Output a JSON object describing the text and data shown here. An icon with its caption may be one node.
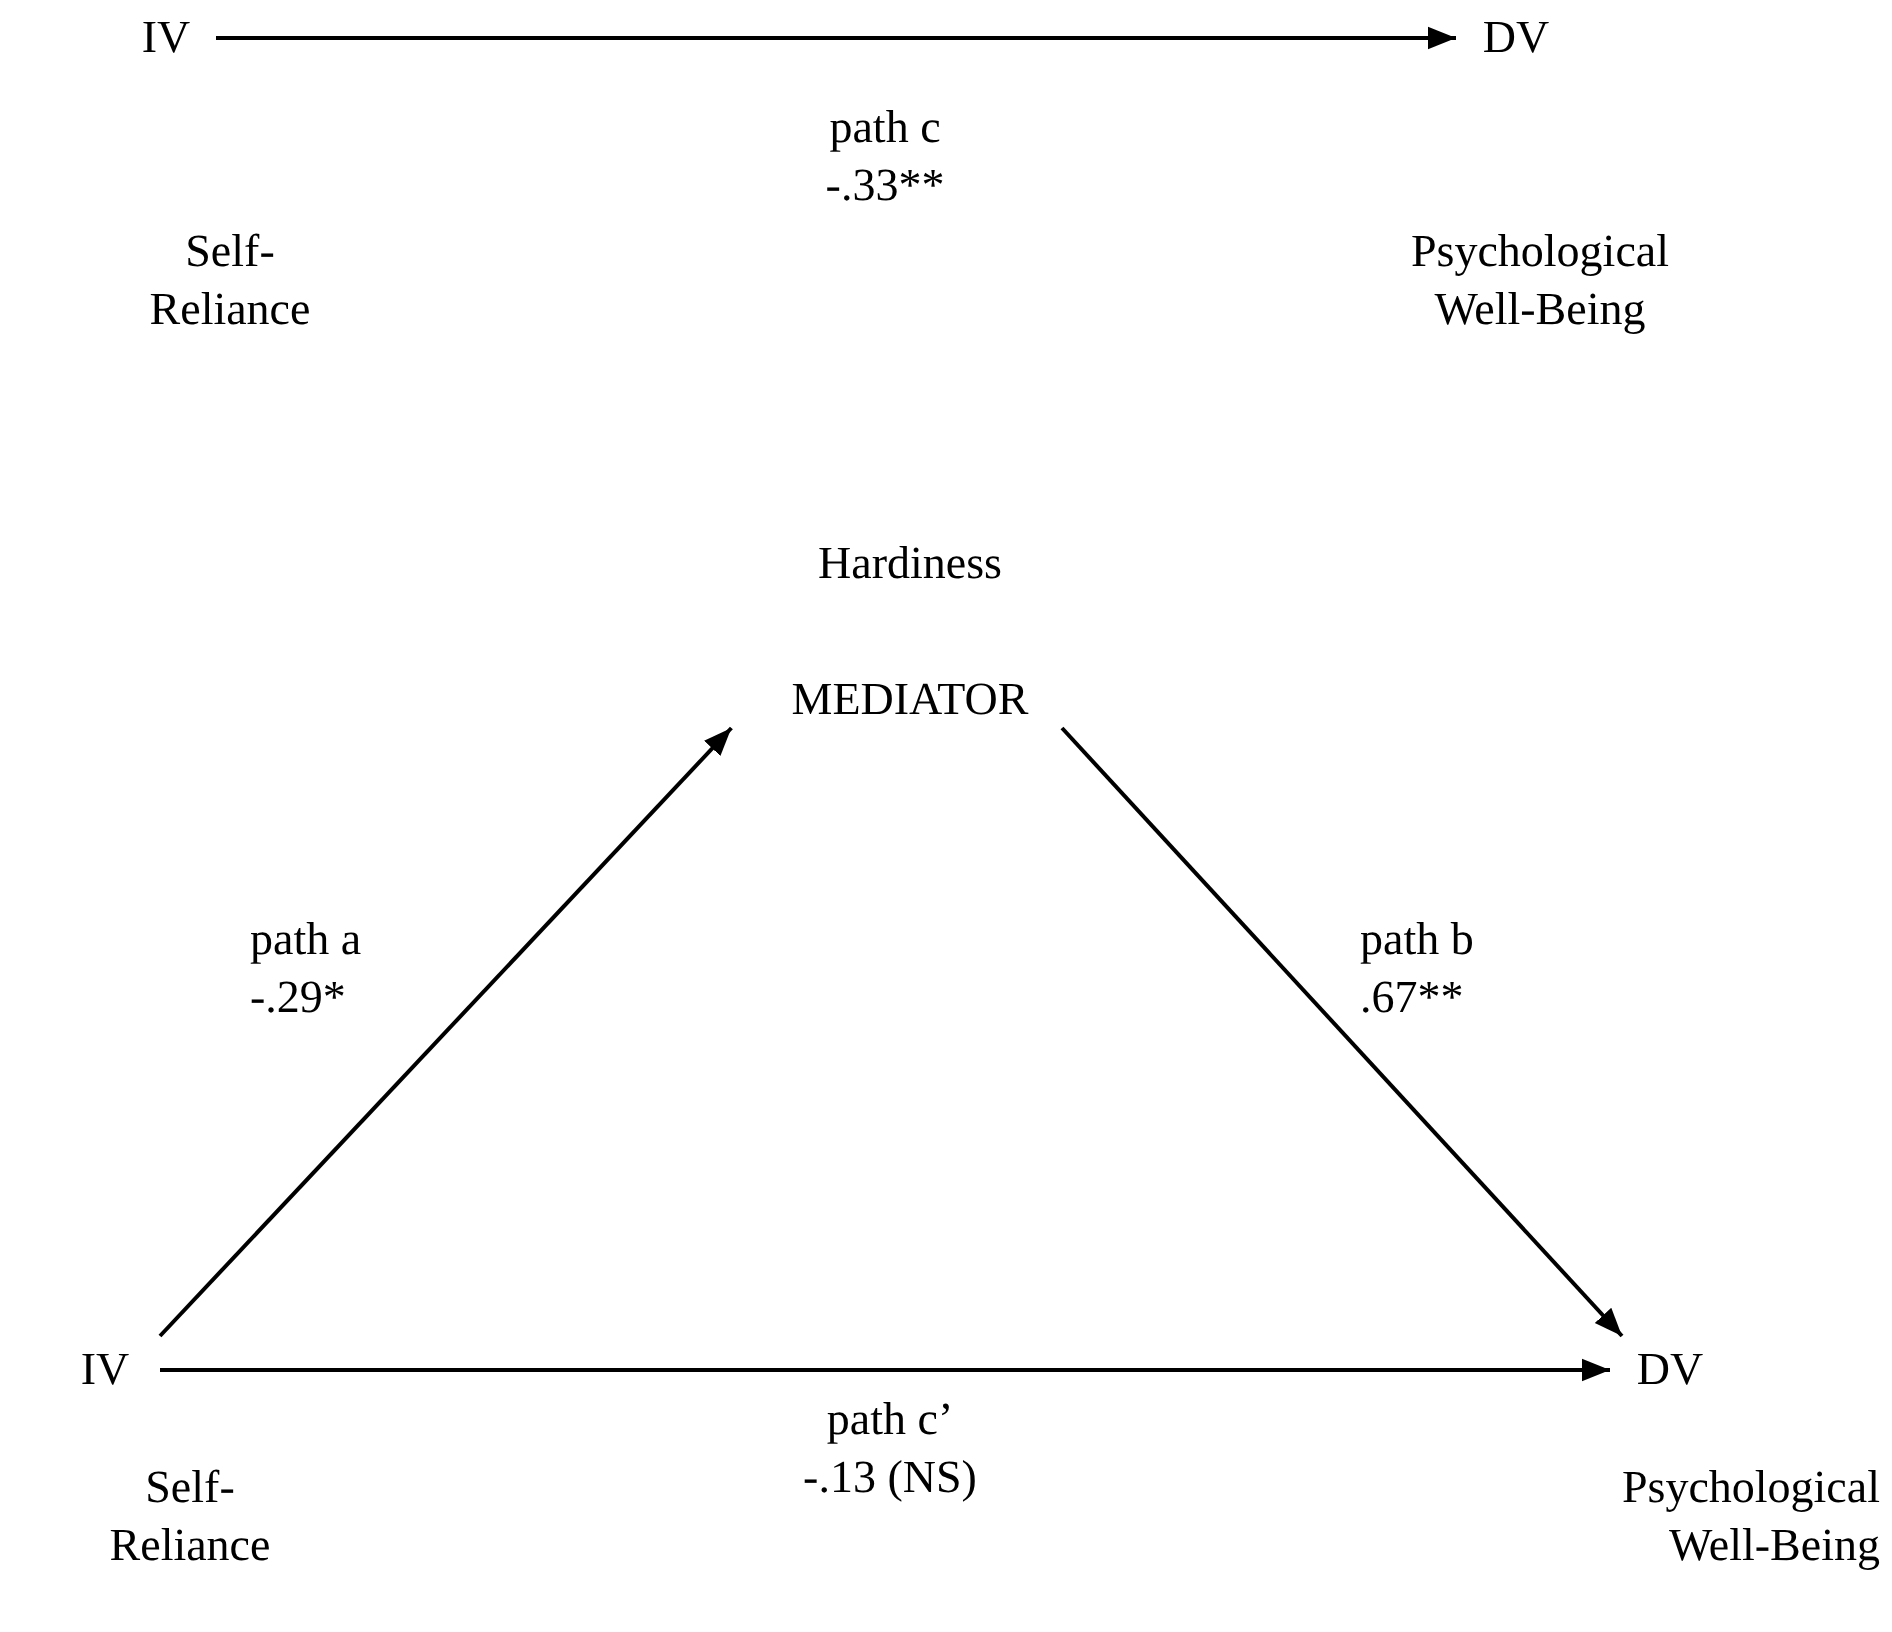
{
  "diagram": {
    "nodes": [
      {
        "text": [
          "IV"
        ],
        "beside": [
          "Self- Reliance"
        ]
      },
      {
        "text": [
          "DV"
        ],
        "beside": [
          "Psychological Well-Being"
        ]
      },
      {
        "text": [
          "Hardiness",
          "MEDIATOR"
        ]
      },
      {
        "text": [
          "IV"
        ],
        "beside": [
          "Self- Reliance"
        ]
      },
      {
        "text": [
          "DV"
        ],
        "beside": [
          "Psychological Well-Being"
        ]
      }
    ],
    "edges": [
      {
        "from": 0,
        "to": 1,
        "arrow": "to",
        "label": "path c -.33**"
      },
      {
        "from": 3,
        "to": 2,
        "arrow": "to",
        "label": "path a -.29*"
      },
      {
        "from": 2,
        "to": 4,
        "arrow": "to",
        "label": "path b .67**"
      },
      {
        "from": 3,
        "to": 4,
        "arrow": "to",
        "label": "path c’ -.13 (NS)"
      }
    ]
  }
}
